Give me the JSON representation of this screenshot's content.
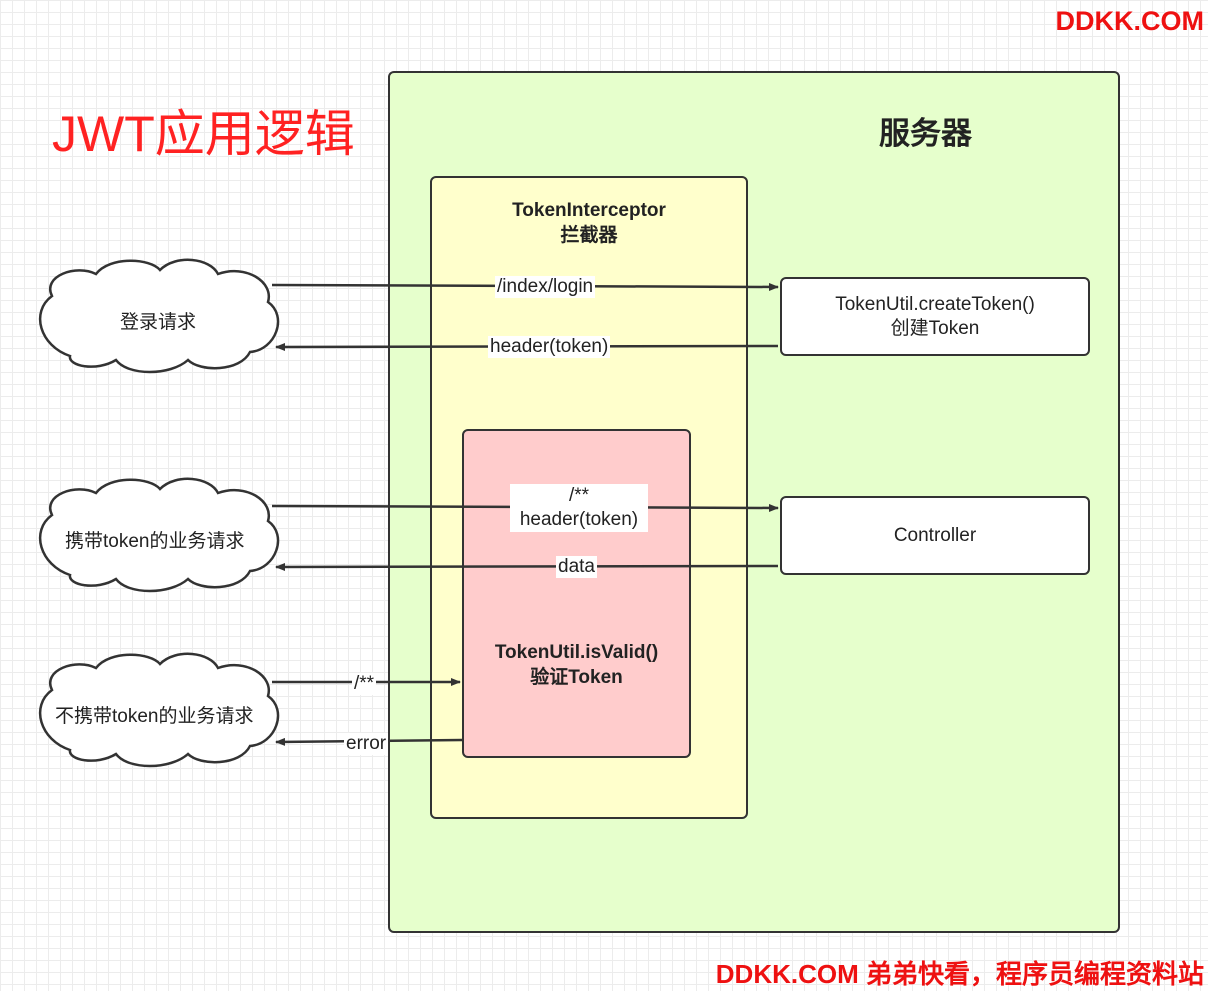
{
  "watermark_top": "DDKK.COM",
  "watermark_bottom": "DDKK.COM 弟弟快看，程序员编程资料站",
  "title": "JWT应用逻辑",
  "server": {
    "label": "服务器"
  },
  "interceptor": {
    "name": "TokenInterceptor",
    "subtitle": "拦截器"
  },
  "validator": {
    "name": "TokenUtil.isValid()",
    "subtitle": "验证Token"
  },
  "create_token": {
    "name": "TokenUtil.createToken()",
    "subtitle": "创建Token"
  },
  "controller": {
    "label": "Controller"
  },
  "clients": {
    "login": "登录请求",
    "with_token": "携带token的业务请求",
    "without_token": "不携带token的业务请求"
  },
  "edges": {
    "login_request": "/index/login",
    "login_response": "header(token)",
    "biz_request_line1": "/**",
    "biz_request_line2": "header(token)",
    "biz_response": "data",
    "invalid_request": "/**",
    "invalid_response": "error"
  },
  "colors": {
    "server_fill": "#e6ffcc",
    "interceptor_fill": "#ffffcc",
    "validator_fill": "#ffcccc",
    "title_red": "#ff2222",
    "watermark_red": "#ee1111"
  }
}
